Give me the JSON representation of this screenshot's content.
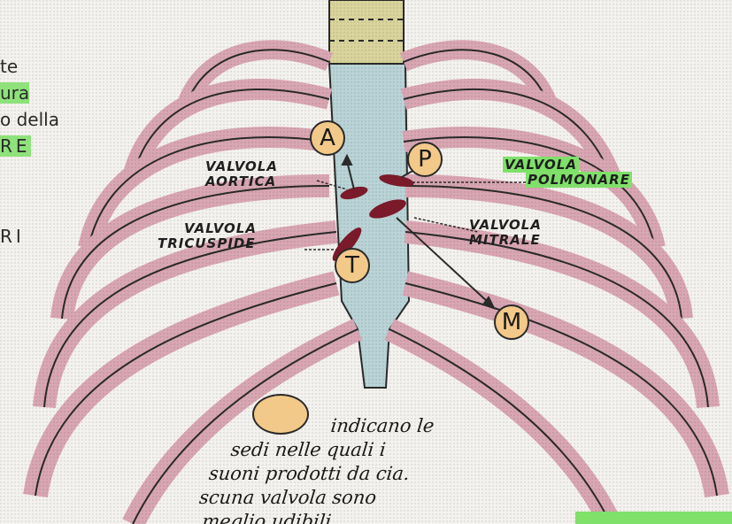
{
  "left_fragments": [
    "te",
    "ura",
    "o della",
    "RE",
    "RI"
  ],
  "markers": {
    "aortic": "A",
    "pulmonary": "P",
    "tricuspid": "T",
    "mitral": "M"
  },
  "labels": {
    "aortic_line1": "VALVOLA",
    "aortic_line2": "AORTICA",
    "pulmonary_line1": "VALVOLA",
    "pulmonary_line2": "POLMONARE",
    "tricuspid_line1": "VALVOLA",
    "tricuspid_line2": "TRICUSPIDE",
    "mitral_line1": "VALVOLA",
    "mitral_line2": "MITRALE"
  },
  "legend": {
    "lines": [
      "indicano le",
      "sedi nelle quali i",
      "suoni prodotti da cia.",
      "scuna valvola sono",
      "meglio udibili."
    ]
  },
  "colors": {
    "rib": "#d9a6b3",
    "sternum": "#b9d3d6",
    "trachea": "#d9d49c",
    "valve": "#7a1a2a",
    "marker_fill": "#f3c98a",
    "highlight": "#7fe06a"
  }
}
